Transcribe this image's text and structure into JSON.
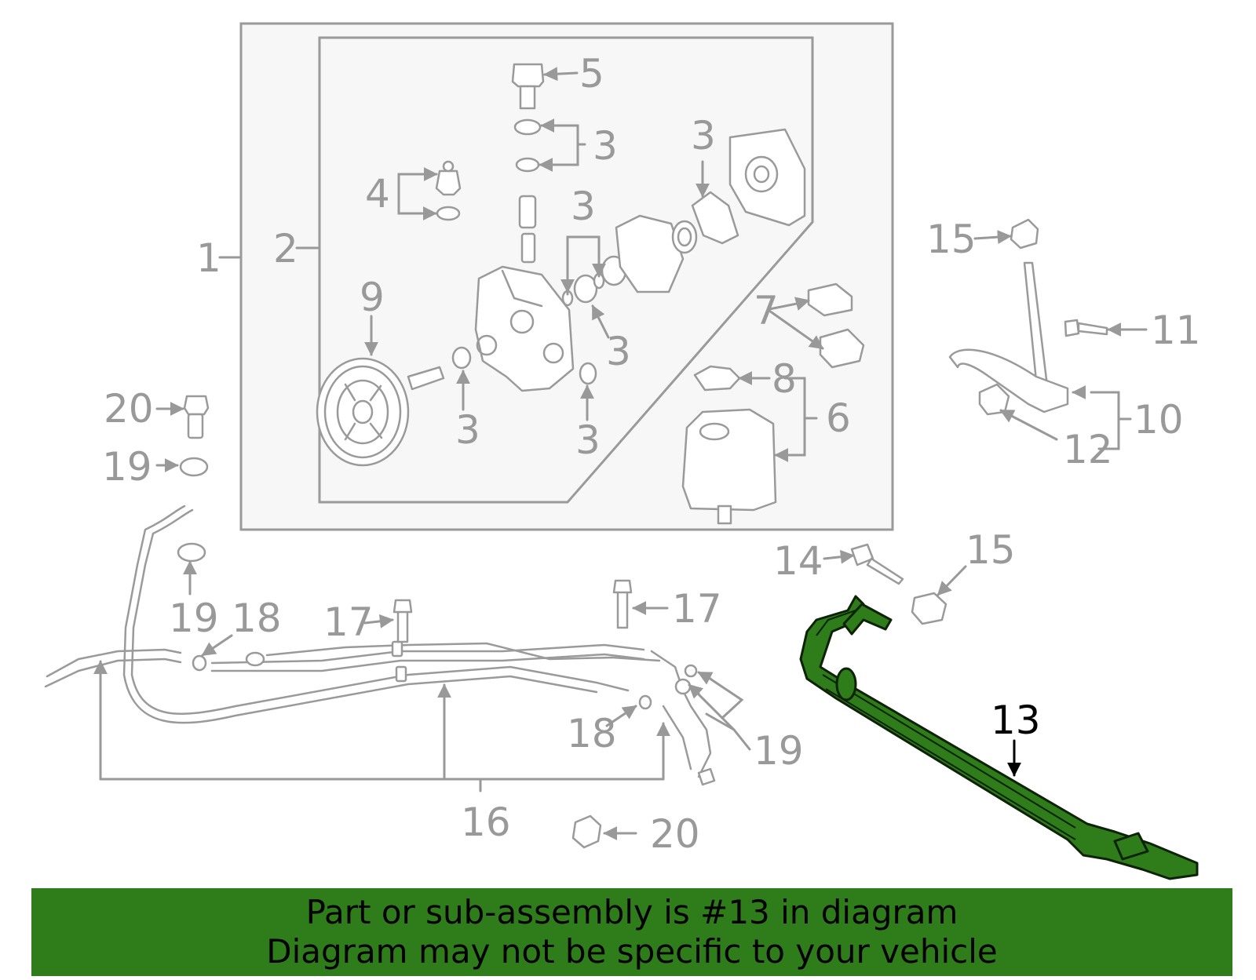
{
  "highlight_color": "#2e7d1a",
  "banner": {
    "background": "#2e7d1a",
    "line1": "Part or sub-assembly is #13 in diagram",
    "line2": "Diagram may not be specific to your vehicle"
  },
  "callouts": {
    "c1": "1",
    "c2": "2",
    "c3a": "3",
    "c3b": "3",
    "c3c": "3",
    "c3d": "3",
    "c3e": "3",
    "c3f": "3",
    "c4": "4",
    "c5": "5",
    "c6": "6",
    "c7": "7",
    "c8": "8",
    "c9": "9",
    "c10": "10",
    "c11": "11",
    "c12": "12",
    "c13": "13",
    "c14": "14",
    "c15a": "15",
    "c15b": "15",
    "c16": "16",
    "c17a": "17",
    "c17b": "17",
    "c18a": "18",
    "c18b": "18",
    "c19a": "19",
    "c19b": "19",
    "c19c": "19",
    "c20a": "20",
    "c20b": "20"
  },
  "highlighted_part": "13"
}
